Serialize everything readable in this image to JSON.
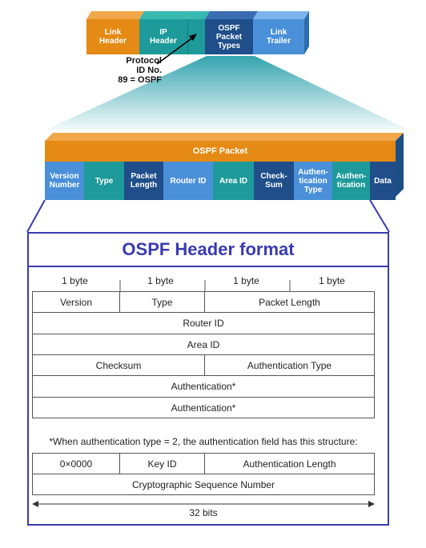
{
  "top_packet": {
    "link_header": "Link\nHeader",
    "ip_header": "IP\nHeader",
    "ospf_packet_types": "OSPF\nPacket\nTypes",
    "link_trailer": "Link\nTrailer",
    "protocol_label": "Protocol\nID No.\n89 = OSPF"
  },
  "ospf_packet": {
    "title": "OSPF Packet",
    "fields": [
      "Version\nNumber",
      "Type",
      "Packet\nLength",
      "Router ID",
      "Area ID",
      "Check-\nSum",
      "Authen-\ntication\nType",
      "Authen-\ntication",
      "Data"
    ]
  },
  "header_format": {
    "title": "OSPF Header format",
    "byte_labels": [
      "1 byte",
      "1 byte",
      "1 byte",
      "1 byte"
    ],
    "rows": {
      "version": "Version",
      "type": "Type",
      "packet_length": "Packet Length",
      "router_id": "Router ID",
      "area_id": "Area ID",
      "checksum": "Checksum",
      "auth_type": "Authentication Type",
      "auth1": "Authentication*",
      "auth2": "Authentication*"
    },
    "note": "*When authentication type = 2, the authentication field has this structure:",
    "auth_struct": {
      "zero": "0×0000",
      "key_id": "Key ID",
      "auth_length": "Authentication Length",
      "crypto_seq": "Cryptographic Sequence Number"
    },
    "bits_label": "32 bits"
  },
  "colors": {
    "orange": "#e58a14",
    "teal": "#1e9a9a",
    "navy": "#1f4e8a",
    "blue": "#4a90d9",
    "frame": "#3a3ab0"
  }
}
